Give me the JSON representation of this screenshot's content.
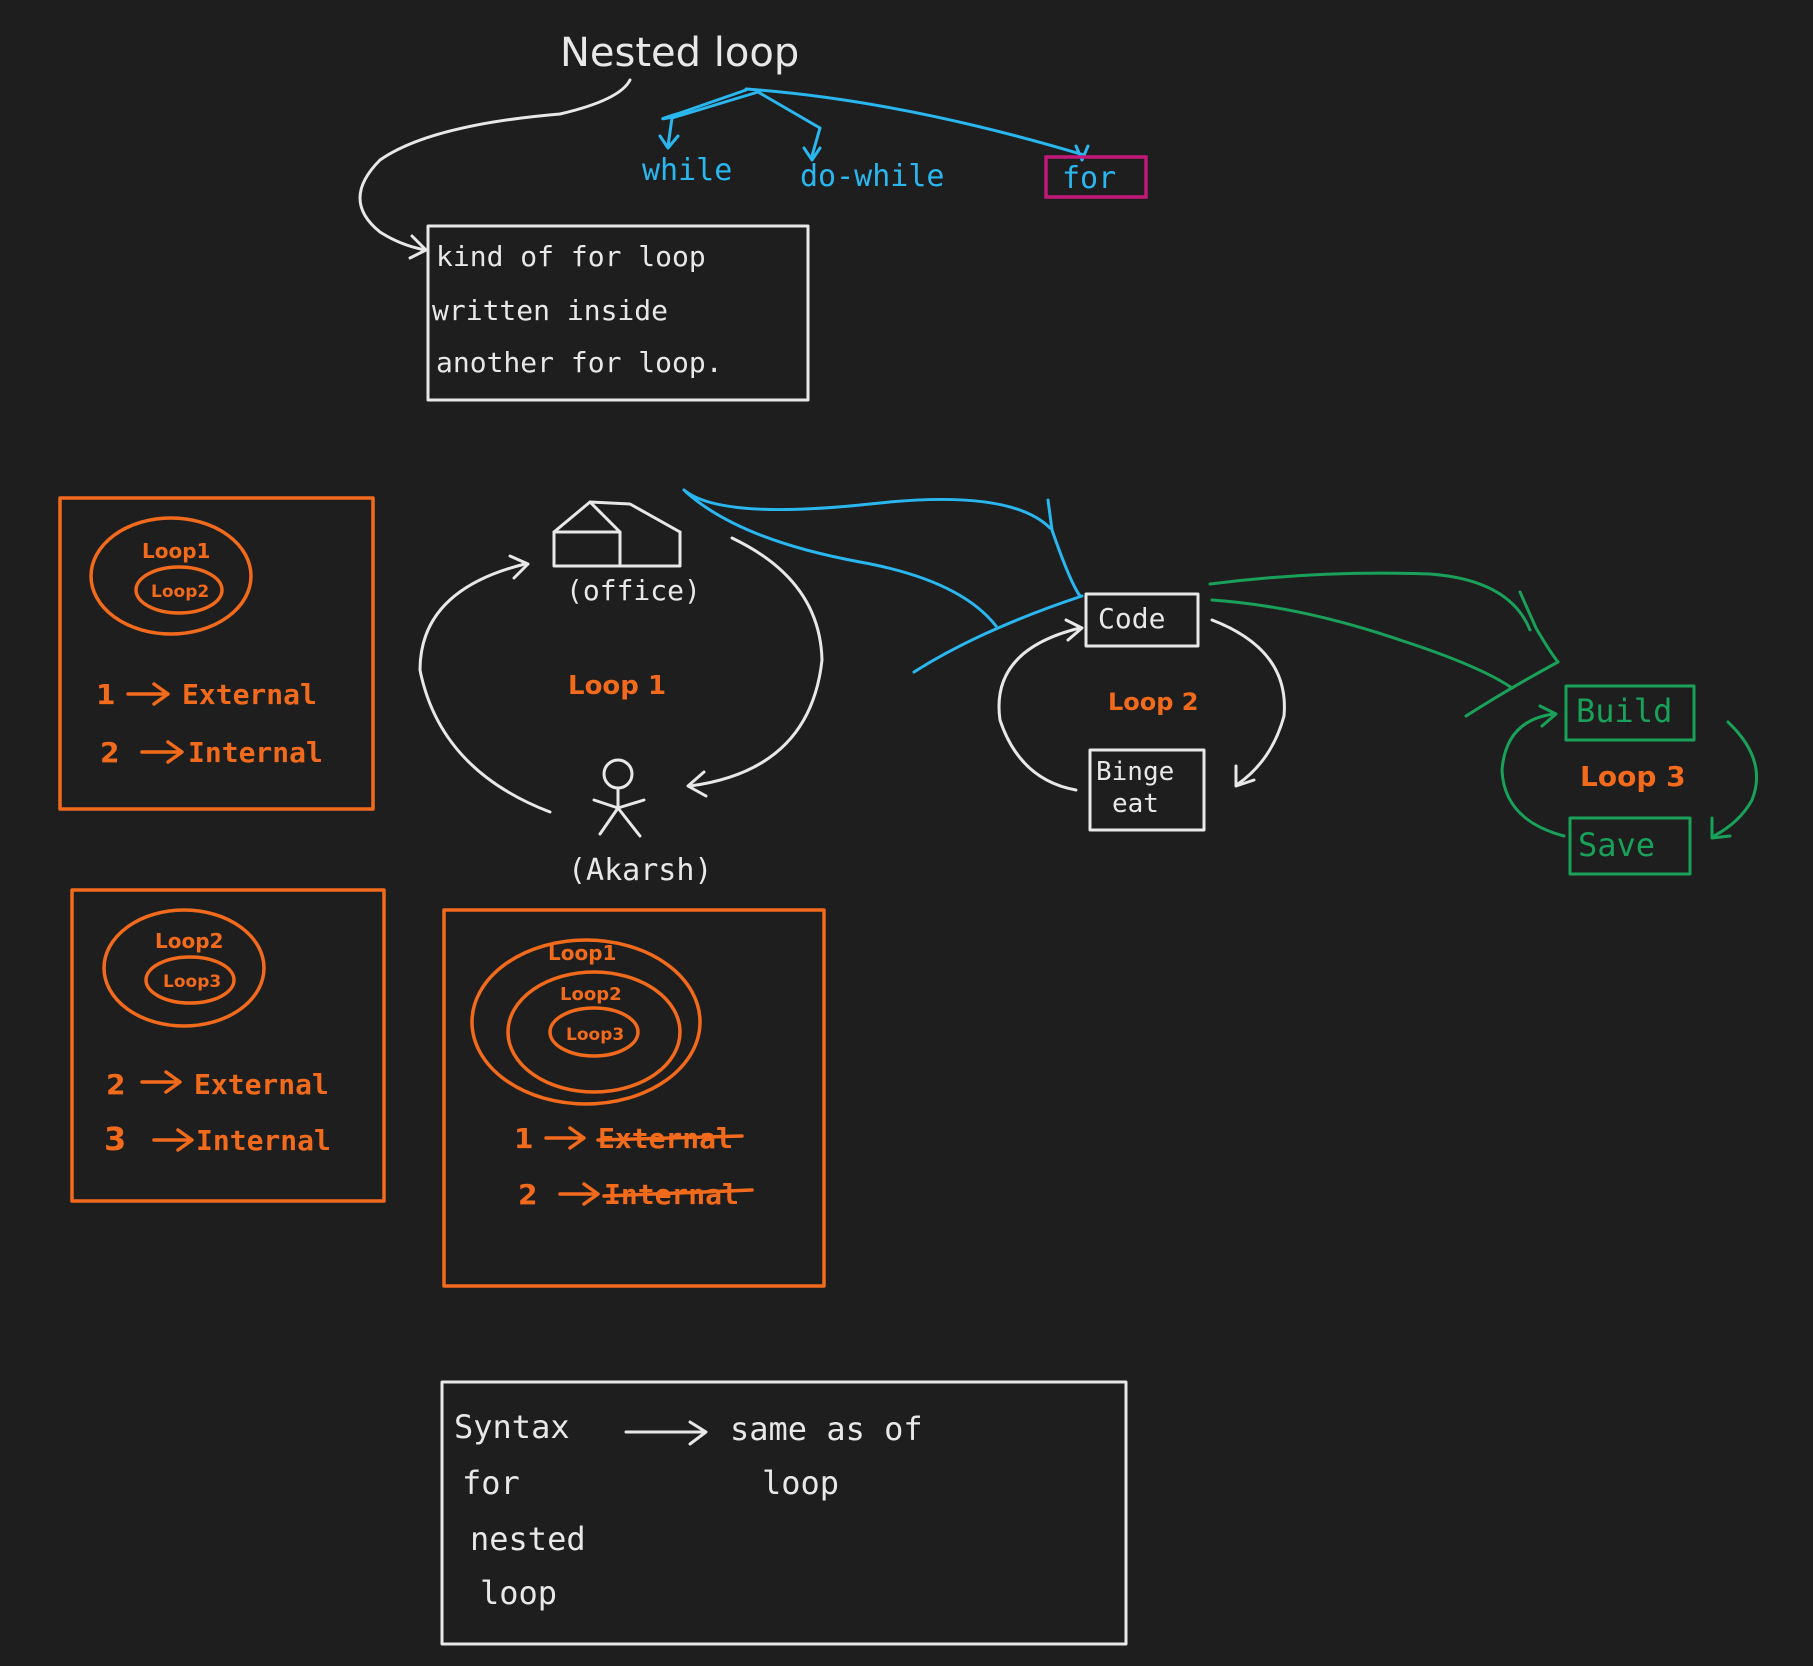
{
  "title": "Nested loop",
  "loop_types": {
    "while": "while",
    "do_while": "do-while",
    "for": "for"
  },
  "definition": {
    "line1": "kind of for loop",
    "line2": "written inside",
    "line3": "another for loop."
  },
  "analogy": {
    "office_label": "(office)",
    "person_label": "(Akarsh)",
    "loop1_label": "Loop 1",
    "code_label": "Code",
    "binge_label_1": "Binge",
    "binge_label_2": "eat",
    "loop2_label": "Loop 2",
    "build_label": "Build",
    "save_label": "Save",
    "loop3_label": "Loop 3"
  },
  "box_a": {
    "outer": "Loop1",
    "inner": "Loop2",
    "line1_num": "1",
    "line1_text": "External",
    "line2_num": "2",
    "line2_text": "Internal"
  },
  "box_b": {
    "outer": "Loop2",
    "inner": "Loop3",
    "line1_num": "2",
    "line1_text": "External",
    "line2_num": "3",
    "line2_text": "Internal"
  },
  "box_c": {
    "outer": "Loop1",
    "middle": "Loop2",
    "inner": "Loop3",
    "line1_num": "1",
    "line1_text": "External",
    "line2_num": "2",
    "line2_text": "Internal"
  },
  "syntax_box": {
    "syntax_word": "Syntax",
    "same_as_of": "same as of",
    "loop_word": "loop",
    "for_word": "for",
    "nested_word": "nested",
    "loop2_word": "loop"
  },
  "colors": {
    "background": "#1e1e1e",
    "white": "#e8e8e8",
    "blue": "#2ab7ef",
    "orange": "#f26a1b",
    "green": "#19a15a",
    "magenta": "#c2187a"
  }
}
